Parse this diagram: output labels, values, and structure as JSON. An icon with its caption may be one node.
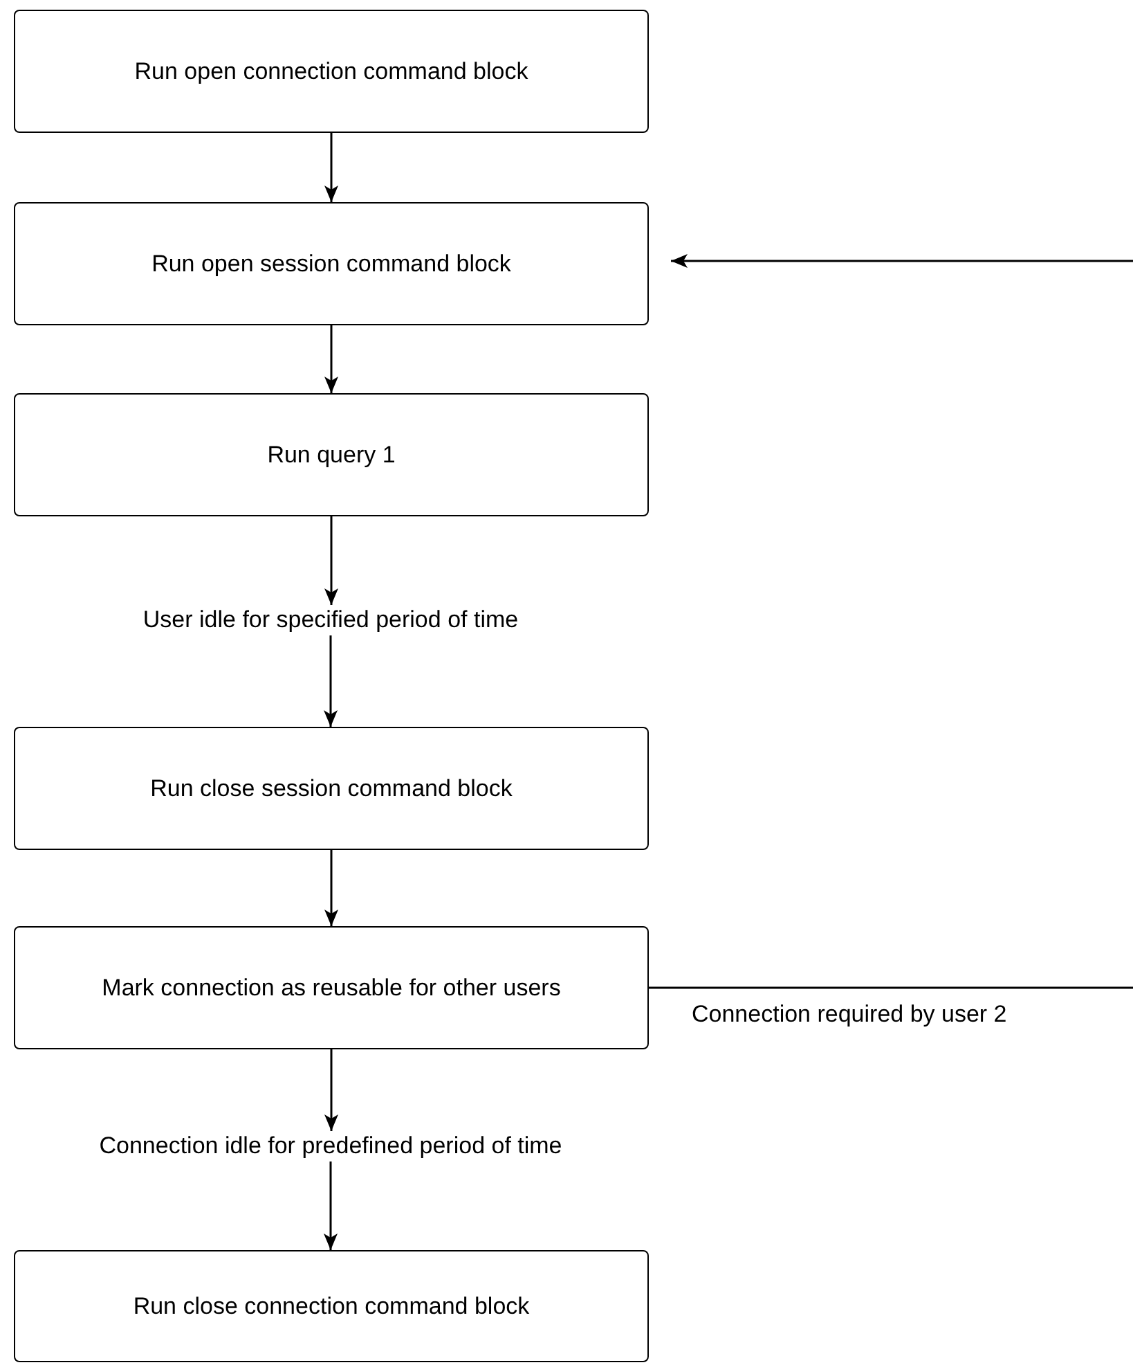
{
  "diagram": {
    "nodes": [
      {
        "text": [
          "Run open connection command block"
        ]
      },
      {
        "text": [
          "Run open session command block"
        ]
      },
      {
        "text": [
          "Run query 1"
        ]
      },
      {
        "text": [
          "User idle for specified period of time"
        ]
      },
      {
        "text": [
          "Run close session command block"
        ]
      },
      {
        "text": [
          "Mark connection as reusable for other users"
        ]
      },
      {
        "text": [
          "Connection idle for predefined period of time"
        ]
      },
      {
        "text": [
          "Run close connection command block"
        ]
      }
    ],
    "edges": [
      {
        "from": 0,
        "to": 1,
        "arrow": "to"
      },
      {
        "from": 1,
        "to": 2,
        "arrow": "to"
      },
      {
        "from": 2,
        "to": 3,
        "arrow": "to"
      },
      {
        "from": 3,
        "to": 4,
        "arrow": "to"
      },
      {
        "from": 4,
        "to": 5,
        "arrow": "to"
      },
      {
        "from": 5,
        "to": 6,
        "arrow": "to"
      },
      {
        "from": 6,
        "to": 7,
        "arrow": "to"
      },
      {
        "from": 5,
        "to": null,
        "arrow": "none",
        "label": "Connection required by user 2"
      },
      {
        "from": null,
        "to": 1,
        "arrow": "to"
      }
    ]
  }
}
